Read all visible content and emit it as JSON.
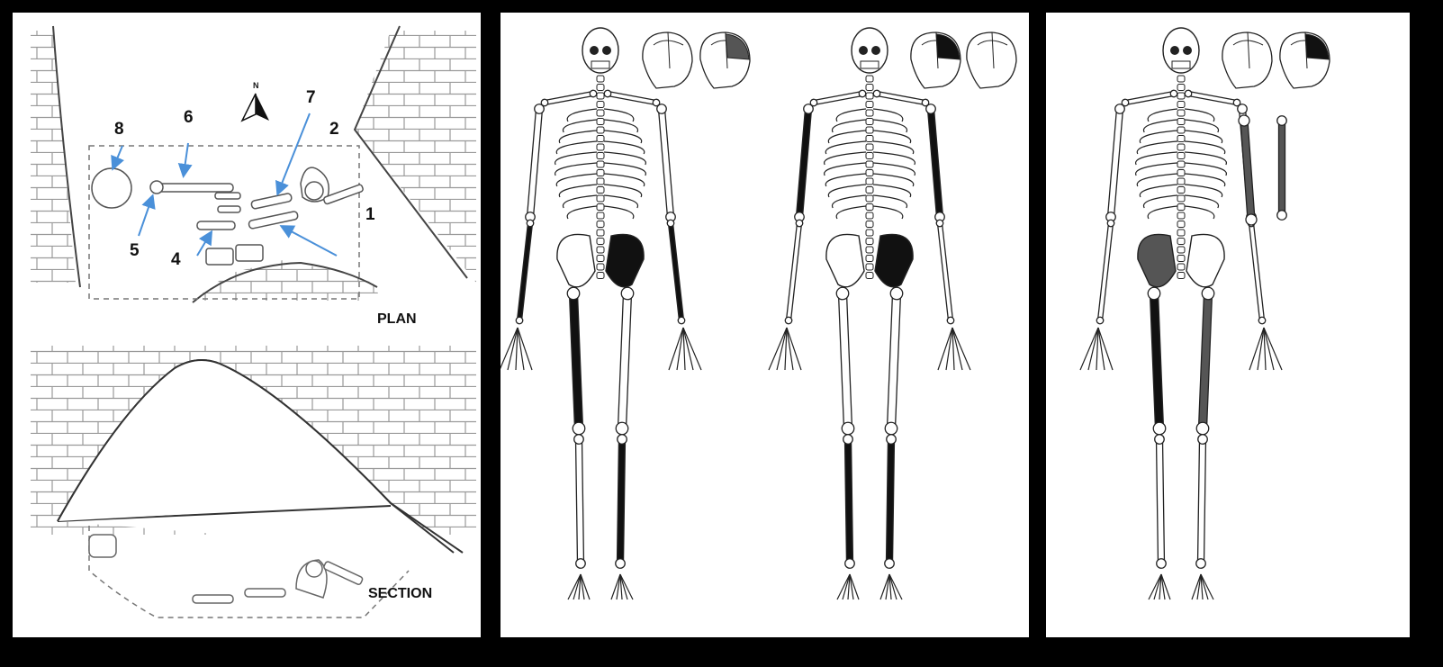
{
  "panels": {
    "plan_section": {
      "labels": {
        "l1": "1",
        "l2": "2",
        "l4": "4",
        "l5": "5",
        "l6": "6",
        "l7": "7",
        "l8": "8",
        "north": "N",
        "plan": "PLAN",
        "section": "SECTION"
      }
    }
  },
  "colors": {
    "arrow": "#4a90d9",
    "ink": "#333333",
    "dark_fill": "#111111",
    "grey_fill": "#555555"
  }
}
